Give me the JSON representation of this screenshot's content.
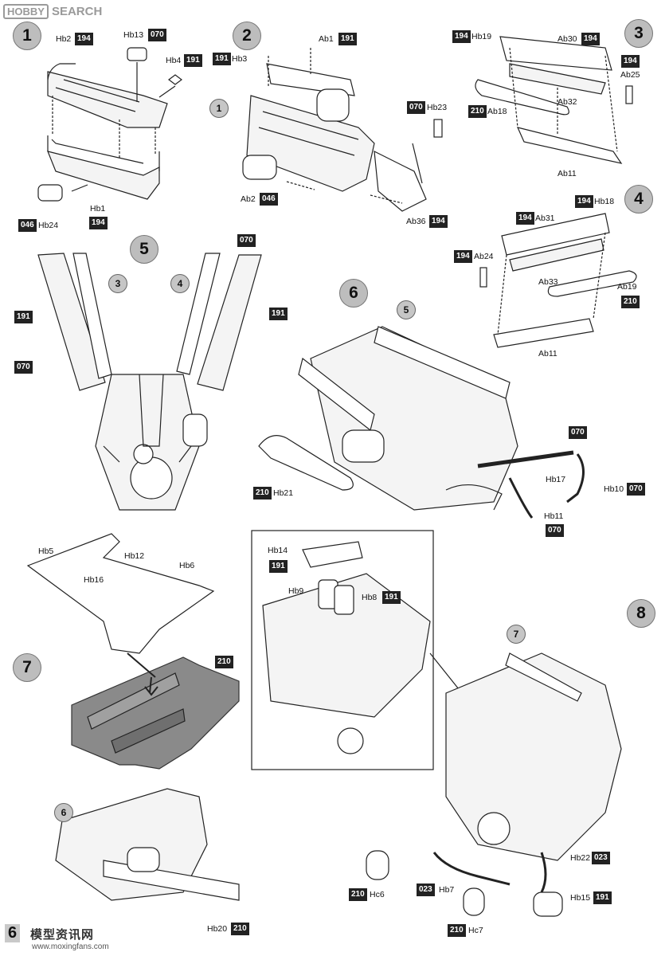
{
  "watermark": {
    "logo": "HOBBY",
    "text": "SEARCH"
  },
  "steps": {
    "s1": "1",
    "s2": "2",
    "s3": "3",
    "s4": "4",
    "s5": "5",
    "s6": "6",
    "s7": "7",
    "s8": "8"
  },
  "subassemblies": {
    "a3": "3",
    "a4": "4",
    "a5": "5",
    "a6": "6",
    "a7": "7",
    "a1": "1"
  },
  "parts": {
    "hb2": "Hb2",
    "hb13": "Hb13",
    "hb4": "Hb4",
    "hb1": "Hb1",
    "hb24": "Hb24",
    "ab1": "Ab1",
    "hb3": "Hb3",
    "hb23": "Hb23",
    "ab2": "Ab2",
    "ab36": "Ab36",
    "hb19": "Hb19",
    "ab30": "Ab30",
    "ab25": "Ab25",
    "ab32": "Ab32",
    "ab18": "Ab18",
    "ab11a": "Ab11",
    "hb18": "Hb18",
    "ab31": "Ab31",
    "ab24": "Ab24",
    "ab33": "Ab33",
    "ab19": "Ab19",
    "ab11b": "Ab11",
    "hb21": "Hb21",
    "hb17": "Hb17",
    "hb10": "Hb10",
    "hb11": "Hb11",
    "hb5": "Hb5",
    "hb12": "Hb12",
    "hb16": "Hb16",
    "hb6": "Hb6",
    "hb20": "Hb20",
    "hb14": "Hb14",
    "hb9": "Hb9",
    "hb8": "Hb8",
    "hb22": "Hb22",
    "hb7": "Hb7",
    "hc6": "Hc6",
    "hb15": "Hb15",
    "hc7": "Hc7"
  },
  "colors": {
    "c194": "194",
    "c070a": "070",
    "c191a": "191",
    "c046a": "046",
    "c194b": "194",
    "c191b": "191",
    "c070b": "070",
    "c046b": "046",
    "c194c": "194",
    "c194d": "194",
    "c194e": "194",
    "c194f": "194",
    "c210a": "210",
    "c194g": "194",
    "c194h": "194",
    "c194i": "194",
    "c210b": "210",
    "c070c": "070",
    "c191c": "191",
    "c191d": "191",
    "c070d": "070",
    "c210c": "210",
    "c070e": "070",
    "c070f": "070",
    "c070g": "070",
    "c210d": "210",
    "c210e": "210",
    "c191e": "191",
    "c191f": "191",
    "c023a": "023",
    "c023b": "023",
    "c210f": "210",
    "c191g": "191",
    "c210g": "210"
  },
  "footer": {
    "page": "6",
    "site": "模型资讯网",
    "url": "www.moxingfans.com"
  }
}
